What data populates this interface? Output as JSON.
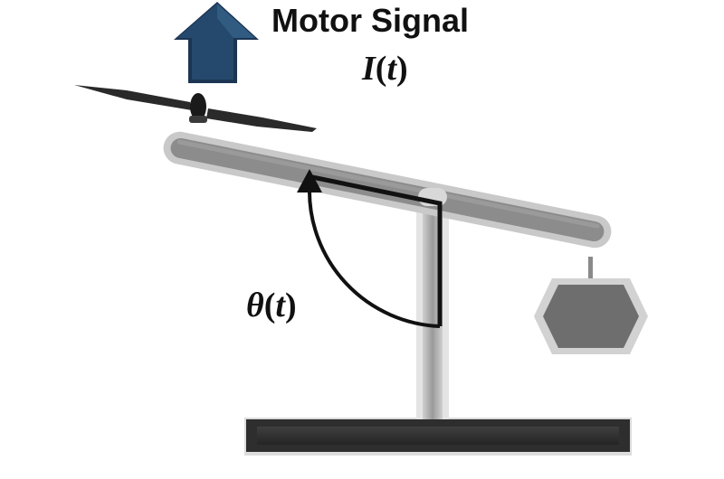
{
  "labels": {
    "motor_signal": "Motor Signal",
    "signal_symbol": {
      "name": "I",
      "argument": "t"
    },
    "angle_symbol": {
      "name": "θ",
      "argument": "t"
    }
  },
  "icons": {
    "thrust_arrow": "up-arrow-icon"
  },
  "colors": {
    "arrow": "#25496c",
    "beam": "#8c8c8c",
    "beam_highlight": "#c9c9c9",
    "post": "#a8a8a8",
    "base": "#2e2e2e",
    "weight": "#6e6e6e",
    "weight_rim": "#d2d2d2",
    "propeller": "#2a2a2a",
    "annotation": "#111111"
  }
}
